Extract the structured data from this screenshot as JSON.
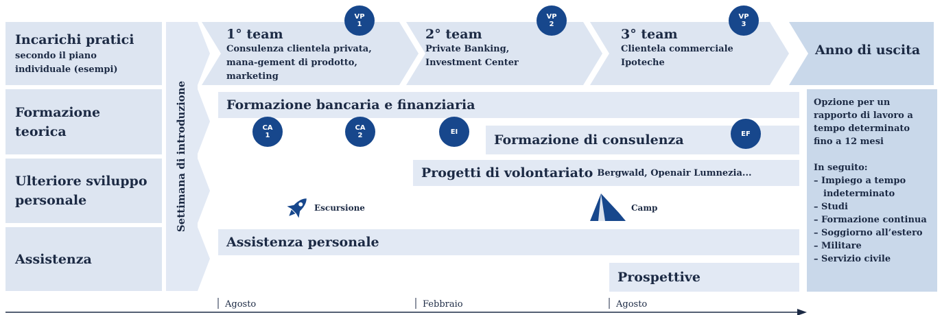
{
  "rows": {
    "row1": {
      "title": "Incarichi pratici",
      "subtitle": "secondo il piano individuale (esempi)"
    },
    "row2": {
      "title": "Formazione teorica"
    },
    "row3": {
      "title": "Ulteriore sviluppo personale"
    },
    "row4": {
      "title": "Assistenza"
    }
  },
  "intro_week": "Settimana di introduzione",
  "teams": [
    {
      "title": "1° team",
      "desc": "Consulenza clientela privata, mana-gement di prodotto, marketing",
      "badge_top": "VP",
      "badge_bottom": "1"
    },
    {
      "title": "2° team",
      "desc": "Private Banking, Investment Center",
      "badge_top": "VP",
      "badge_bottom": "2"
    },
    {
      "title": "3° team",
      "desc": "Clientela commerciale Ipoteche",
      "badge_top": "VP",
      "badge_bottom": "3"
    }
  ],
  "exit_year": "Anno di uscita",
  "formazione_bancaria": "Formazione bancaria e finanziaria",
  "formazione_consulenza": "Formazione di consulenza",
  "badges": {
    "ca1": {
      "top": "CA",
      "bottom": "1"
    },
    "ca2": {
      "top": "CA",
      "bottom": "2"
    },
    "ei": "EI",
    "ef": "EF"
  },
  "progetti": {
    "main": "Progetti di volontariato",
    "detail": "Bergwald, Openair Lumnezia..."
  },
  "activities": {
    "excursion": "Escursione",
    "camp": "Camp",
    "excursion_icon": "rocket-icon",
    "camp_icon": "tent-icon"
  },
  "assistenza_personale": "Assistenza personale",
  "prospettive": "Prospettive",
  "options": {
    "intro": "Opzione per un rapporto di lavoro a tempo determinato fino a 12 mesi",
    "after": "In seguito:",
    "items": [
      "– Impiego a tempo indeterminato",
      "– Studi",
      "– Formazione continua",
      "– Soggiorno all’estero",
      "– Militare",
      "– Servizio civile"
    ]
  },
  "timeline": [
    "Agosto",
    "Febbraio",
    "Agosto"
  ],
  "colors": {
    "dark_blue": "#17478c",
    "light_panel": "#dde5f1",
    "bar": "#e2e9f4",
    "exit_panel": "#c9d8ea"
  }
}
